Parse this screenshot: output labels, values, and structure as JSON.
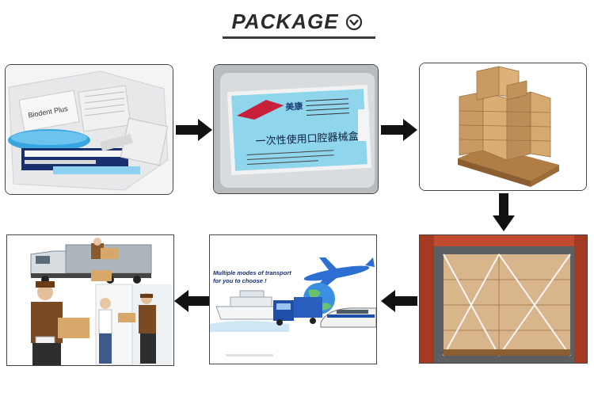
{
  "header": {
    "title": "PACKAGE"
  },
  "panels": {
    "kit_pack": {
      "brand_label": "Biodent Plus"
    },
    "packed_box": {
      "brand": "美康",
      "product_name": "一次性使用口腔器械盒"
    },
    "transport": {
      "caption_line1": "Multiple modes of transport",
      "caption_line2": "for you to choose !"
    }
  },
  "colors": {
    "arrow": "#111111",
    "carton": "#c99a62",
    "pallet": "#b07d45",
    "truck_blue": "#1f4fa8",
    "plane_blue": "#2c6fd1"
  }
}
